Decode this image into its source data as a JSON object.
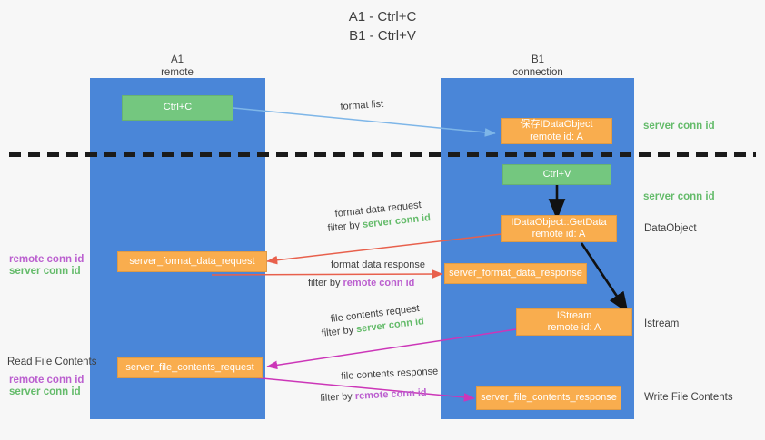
{
  "title": {
    "line1": "A1 - Ctrl+C",
    "line2": "B1 - Ctrl+V"
  },
  "lanes": [
    {
      "id": "A1",
      "name": "A1",
      "sub": "remote",
      "color": "#4a86d8"
    },
    {
      "id": "B1",
      "name": "B1",
      "sub": "connection",
      "color": "#4a86d8"
    }
  ],
  "boxes": {
    "ctrl_c": {
      "line1": "Ctrl+C",
      "line2": "",
      "color": "#74c77f"
    },
    "ctrl_v": {
      "line1": "Ctrl+V",
      "line2": "",
      "color": "#74c77f"
    },
    "save_dataobject": {
      "line1": "保存IDataObject",
      "line2": "remote id: A",
      "color": "#f9ad4e"
    },
    "getdata": {
      "line1": "IDataObject::GetData",
      "line2": "remote id: A",
      "color": "#f9ad4e"
    },
    "istream": {
      "line1": "IStream",
      "line2": "remote id: A",
      "color": "#f9ad4e"
    },
    "fmt_req": {
      "line1": "server_format_data_request",
      "line2": "",
      "color": "#f9ad4e"
    },
    "fmt_resp": {
      "line1": "server_format_data_response",
      "line2": "",
      "color": "#f9ad4e"
    },
    "file_req": {
      "line1": "server_file_contents_request",
      "line2": "",
      "color": "#f9ad4e"
    },
    "file_resp": {
      "line1": "server_file_contents_response",
      "line2": "",
      "color": "#f9ad4e"
    }
  },
  "arrow_labels": {
    "format_list": "format list",
    "fmt_data_request": "format data request",
    "fmt_data_request_filter_prefix": "filter by ",
    "fmt_data_request_filter_key": "server conn id",
    "fmt_data_response": "format data response",
    "fmt_data_response_filter_prefix": "filter by ",
    "fmt_data_response_filter_key": "remote conn id",
    "file_contents_request": "file contents request",
    "file_contents_request_filter_prefix": "filter by ",
    "file_contents_request_filter_key": "server conn id",
    "file_contents_response": "file contents response",
    "file_contents_response_filter_prefix": "filter by ",
    "file_contents_response_filter_key": "remote conn id"
  },
  "right_annotations": {
    "server_conn_id_top": "server conn id",
    "server_conn_id_mid": "server conn id",
    "dataobject": "DataObject",
    "istream": "Istream",
    "write_file_contents": "Write File Contents"
  },
  "left_annotations": {
    "remote_conn_id_1": "remote conn id",
    "server_conn_id_1": "server conn id",
    "read_file_contents": "Read File Contents",
    "remote_conn_id_2": "remote conn id",
    "server_conn_id_2": "server conn id"
  },
  "colors": {
    "lane": "#4a86d8",
    "green_box": "#74c77f",
    "orange_box": "#f9ad4e",
    "green_text": "#64bb6a",
    "purple_text": "#bb5fcf",
    "blue_arrow": "#7eb6e8",
    "red_arrow": "#e8604c",
    "magenta_arrow": "#cc36b8",
    "black_arrow": "#111111",
    "background": "#f7f7f7"
  }
}
